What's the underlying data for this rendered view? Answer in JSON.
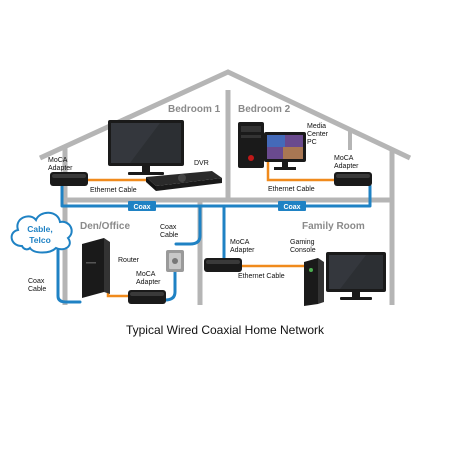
{
  "rooms": {
    "bedroom1": "Bedroom 1",
    "bedroom2": "Bedroom 2",
    "den": "Den/Office",
    "family": "Family Room"
  },
  "labels": {
    "dvr": "DVR",
    "media_center": [
      "Media",
      "Center",
      "PC"
    ],
    "moca_adapter": [
      "MoCA",
      "Adapter"
    ],
    "ethernet_cable": "Ethernet Cable",
    "coax": "Coax",
    "coax_cable": [
      "Coax",
      "Cable"
    ],
    "router": "Router",
    "gaming_console": [
      "Gaming",
      "Console"
    ],
    "cloud": [
      "Cable,",
      "Telco"
    ]
  },
  "caption": "Typical Wired Coaxial Home Network",
  "colors": {
    "house_outline": "#b5b5b5",
    "coax": "#1f82c4",
    "ethernet": "#f08a1c",
    "device": "#1a1a1a",
    "room_label": "#8a8a8a"
  },
  "icons": [
    "tv-icon",
    "dvr-icon",
    "pc-tower-icon",
    "monitor-icon",
    "moca-adapter-icon",
    "router-icon",
    "wall-coax-jack-icon",
    "game-console-icon",
    "cloud-icon"
  ]
}
